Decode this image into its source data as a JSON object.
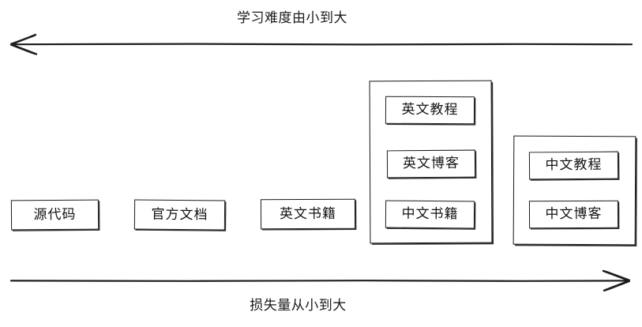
{
  "diagram": {
    "top_axis": {
      "label": "学习难度由小到大",
      "direction": "left",
      "arrow_icon": "arrow-left-icon"
    },
    "bottom_axis": {
      "label": "损失量从小到大",
      "direction": "right",
      "arrow_icon": "arrow-right-icon"
    },
    "standalone_nodes": [
      {
        "label": "源代码"
      },
      {
        "label": "官方文档"
      },
      {
        "label": "英文书籍"
      }
    ],
    "groups": [
      {
        "name": "group-middle",
        "nodes": [
          {
            "label": "英文教程"
          },
          {
            "label": "英文博客"
          },
          {
            "label": "中文书籍"
          }
        ]
      },
      {
        "name": "group-right",
        "nodes": [
          {
            "label": "中文教程"
          },
          {
            "label": "中文博客"
          }
        ]
      }
    ],
    "colors": {
      "stroke": "#151515",
      "text": "#141414",
      "background": "#ffffff"
    }
  }
}
